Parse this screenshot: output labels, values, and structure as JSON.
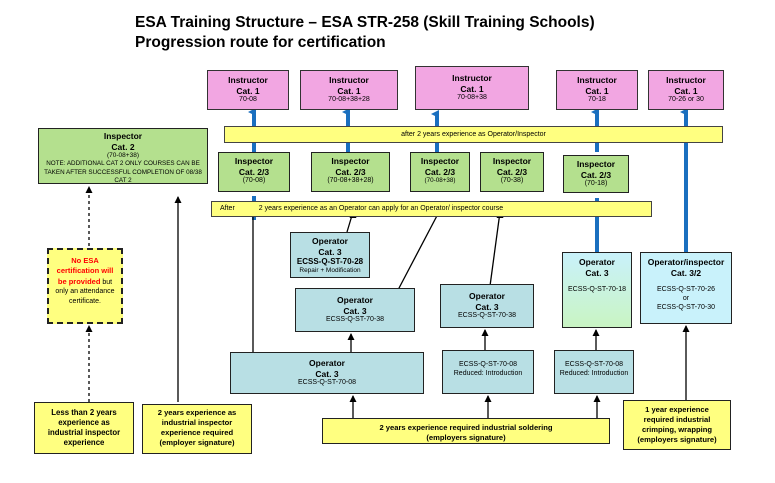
{
  "title": {
    "line1": "ESA Training Structure – ESA STR-258 (Skill Training Schools)",
    "line2": "Progression route for certification"
  },
  "instructors": [
    {
      "name": "Instructor",
      "cat": "Cat. 1",
      "code": "70-08"
    },
    {
      "name": "Instructor",
      "cat": "Cat. 1",
      "code": "70-08+38+28"
    },
    {
      "name": "Instructor",
      "cat": "Cat. 1",
      "code": "70-08+38"
    },
    {
      "name": "Instructor",
      "cat": "Cat. 1",
      "code": "70-18"
    },
    {
      "name": "Instructor",
      "cat": "Cat. 1",
      "code": "70-26 or 30"
    }
  ],
  "band_top": "after 2 years experience as Operator/Inspector",
  "band_mid": {
    "p1": "After",
    "p2": "2  years  experience as an Operator can apply for an  Operator/  inspector  course"
  },
  "inspector_cat2": {
    "name": "Inspector",
    "cat": "Cat. 2",
    "code": "(70-08+38)",
    "note": "NOTE: ADDITIONAL CAT 2 ONLY COURSES CAN BE TAKEN AFTER SUCCESSFUL COMPLETION OF 08/38 CAT 2"
  },
  "inspectors23": [
    {
      "name": "Inspector",
      "cat": "Cat. 2/3",
      "code": "(70-08)"
    },
    {
      "name": "Inspector",
      "cat": "Cat. 2/3",
      "code": "(70-08+38+28)"
    },
    {
      "name": "Inspector",
      "cat": "Cat. 2/3",
      "code": "(70-08+38)"
    },
    {
      "name": "Inspector",
      "cat": "Cat. 2/3",
      "code": "(70-38)"
    },
    {
      "name": "Inspector",
      "cat": "Cat. 2/3",
      "code": "(70-18)"
    }
  ],
  "op28": {
    "name": "Operator",
    "cat": "Cat. 3",
    "code": "ECSS-Q-ST-70-28",
    "sub": "Repair + Modification"
  },
  "op38a": {
    "name": "Operator",
    "cat": "Cat. 3",
    "code": "ECSS-Q-ST-70-38"
  },
  "op38b": {
    "name": "Operator",
    "cat": "Cat. 3",
    "code": "ECSS-Q-ST-70-38"
  },
  "op18": {
    "name": "Operator",
    "cat": "Cat. 3",
    "code": "ECSS-Q-ST-70-18"
  },
  "opinsp": {
    "name": "Operator/inspector",
    "cat": "Cat. 3/2",
    "code1": "ECSS-Q-ST-70-26",
    "or": "or",
    "code2": "ECSS-Q-ST-70-30"
  },
  "op08": {
    "name": "Operator",
    "cat": "Cat. 3",
    "code": "ECSS-Q-ST-70-08"
  },
  "reduced1": {
    "code": "ECSS-Q-ST-70-08",
    "sub": "Reduced: Introduction"
  },
  "reduced2": {
    "code": "ECSS-Q-ST-70-08",
    "sub": "Reduced: Introduction"
  },
  "noesa": {
    "red": "No ESA certification will be provided",
    "rest": " but only an attendance certificate."
  },
  "less2": "Less than 2 years experience as industrial inspector experience",
  "twoinsp": "2 years experience as industrial inspector experience required (employer signature)",
  "twosolder": "2 years experience required industrial soldering (employers signature)",
  "oneyear": "1 year experience required industrial crimping, wrapping (employers signature)",
  "colors": {
    "arrow_blue": "#1a6fbf",
    "pink": "#f2a6e2",
    "green": "#b4e08e",
    "yellow": "#ffff80",
    "blue": "#b8dfe4",
    "red": "#ff0000"
  }
}
